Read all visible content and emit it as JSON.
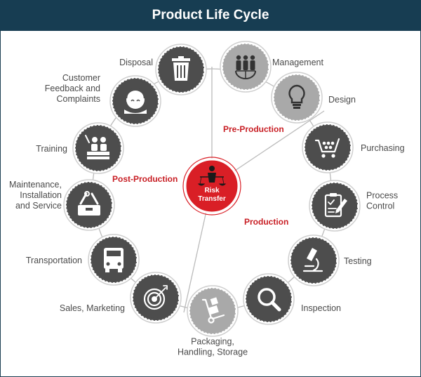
{
  "title": "Product Life Cycle",
  "center": {
    "line1": "Risk",
    "line2": "Transfer",
    "color": "#d91f26"
  },
  "phases": {
    "pre_production": "Pre-Production",
    "production": "Production",
    "post_production": "Post-Production"
  },
  "colors": {
    "dark_node": "#4d4d4d",
    "light_node": "#a9a9a9",
    "header": "#173d52",
    "accent_red": "#c81e24"
  },
  "stages": [
    {
      "id": "management",
      "label_lines": [
        "Management"
      ],
      "icon": "people-globe-icon",
      "shade": "light"
    },
    {
      "id": "design",
      "label_lines": [
        "Design"
      ],
      "icon": "lightbulb-icon",
      "shade": "light"
    },
    {
      "id": "purchasing",
      "label_lines": [
        "Purchasing"
      ],
      "icon": "shopping-cart-icon",
      "shade": "dark"
    },
    {
      "id": "process-control",
      "label_lines": [
        "Process",
        "Control"
      ],
      "icon": "clipboard-check-icon",
      "shade": "dark"
    },
    {
      "id": "testing",
      "label_lines": [
        "Testing"
      ],
      "icon": "microscope-icon",
      "shade": "dark"
    },
    {
      "id": "inspection",
      "label_lines": [
        "Inspection"
      ],
      "icon": "magnifier-icon",
      "shade": "dark"
    },
    {
      "id": "packaging",
      "label_lines": [
        "Packaging,",
        "Handling, Storage"
      ],
      "icon": "hand-truck-icon",
      "shade": "light"
    },
    {
      "id": "sales",
      "label_lines": [
        "Sales, Marketing"
      ],
      "icon": "target-icon",
      "shade": "dark"
    },
    {
      "id": "transportation",
      "label_lines": [
        "Transportation"
      ],
      "icon": "truck-icon",
      "shade": "dark"
    },
    {
      "id": "maintenance",
      "label_lines": [
        "Maintenance,",
        "Installation",
        "and Service"
      ],
      "icon": "toolbox-icon",
      "shade": "dark"
    },
    {
      "id": "training",
      "label_lines": [
        "Training"
      ],
      "icon": "classroom-icon",
      "shade": "dark"
    },
    {
      "id": "feedback",
      "label_lines": [
        "Customer",
        "Feedback and",
        "Complaints"
      ],
      "icon": "headset-person-icon",
      "shade": "dark"
    },
    {
      "id": "disposal",
      "label_lines": [
        "Disposal"
      ],
      "icon": "trash-bin-icon",
      "shade": "dark"
    }
  ]
}
